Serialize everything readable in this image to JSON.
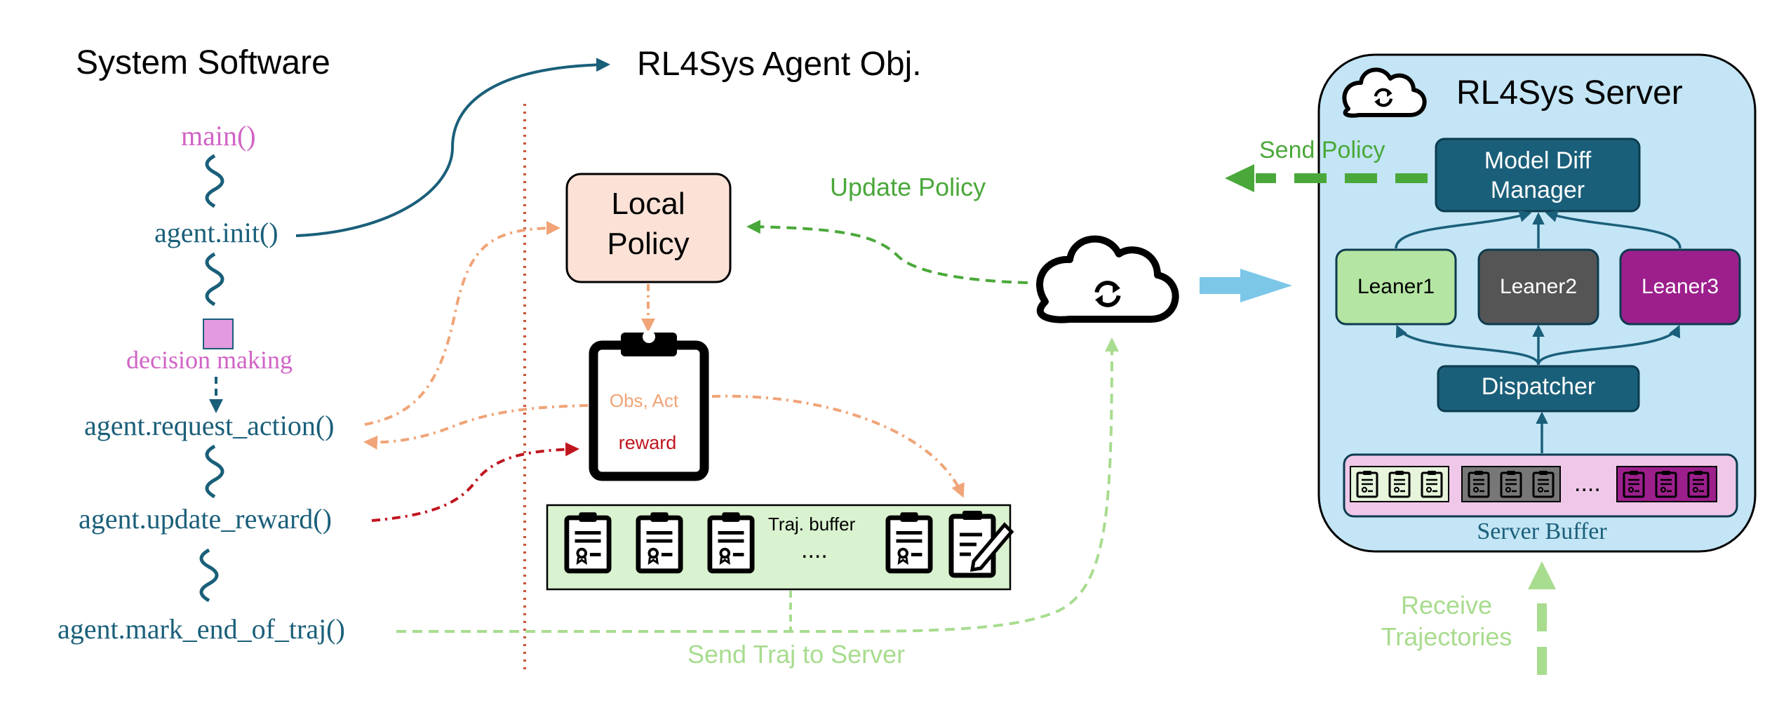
{
  "left_panel": {
    "title": "System Software",
    "main_fn": "main()",
    "init_fn": "agent.init()",
    "decision_label": "decision making",
    "request_fn": "agent.request_action()",
    "update_fn": "agent.update_reward()",
    "mark_end_fn": "agent.mark_end_of_traj()"
  },
  "middle_panel": {
    "title": "RL4Sys Agent Obj.",
    "local_policy_line1": "Local",
    "local_policy_line2": "Policy",
    "clipboard_line1": "Obs, Act",
    "clipboard_line2": "reward",
    "traj_buffer_label": "Traj. buffer",
    "traj_ellipsis": "....",
    "update_policy_label": "Update Policy",
    "send_traj_label": "Send Traj to Server"
  },
  "server": {
    "title": "RL4Sys Server",
    "send_policy_label": "Send Policy",
    "model_diff_line1": "Model Diff",
    "model_diff_line2": "Manager",
    "learner1": "Leaner1",
    "learner2": "Leaner2",
    "learner3": "Leaner3",
    "dispatcher": "Dispatcher",
    "buffer_ellipsis": "....",
    "server_buffer_label": "Server Buffer",
    "receive_line1": "Receive",
    "receive_line2": "Trajectories"
  },
  "colors": {
    "navy": "#1a5f7a",
    "pink": "#d163c5",
    "peach": "#f0a477",
    "green_dark": "#4aa83a",
    "green_light": "#a8dc8f",
    "red": "#c0151f",
    "server_bg": "#c3e5f5",
    "learner1_fill": "#b4e5a2",
    "learner2_fill": "#555555",
    "learner3_fill": "#9c1f8c"
  }
}
